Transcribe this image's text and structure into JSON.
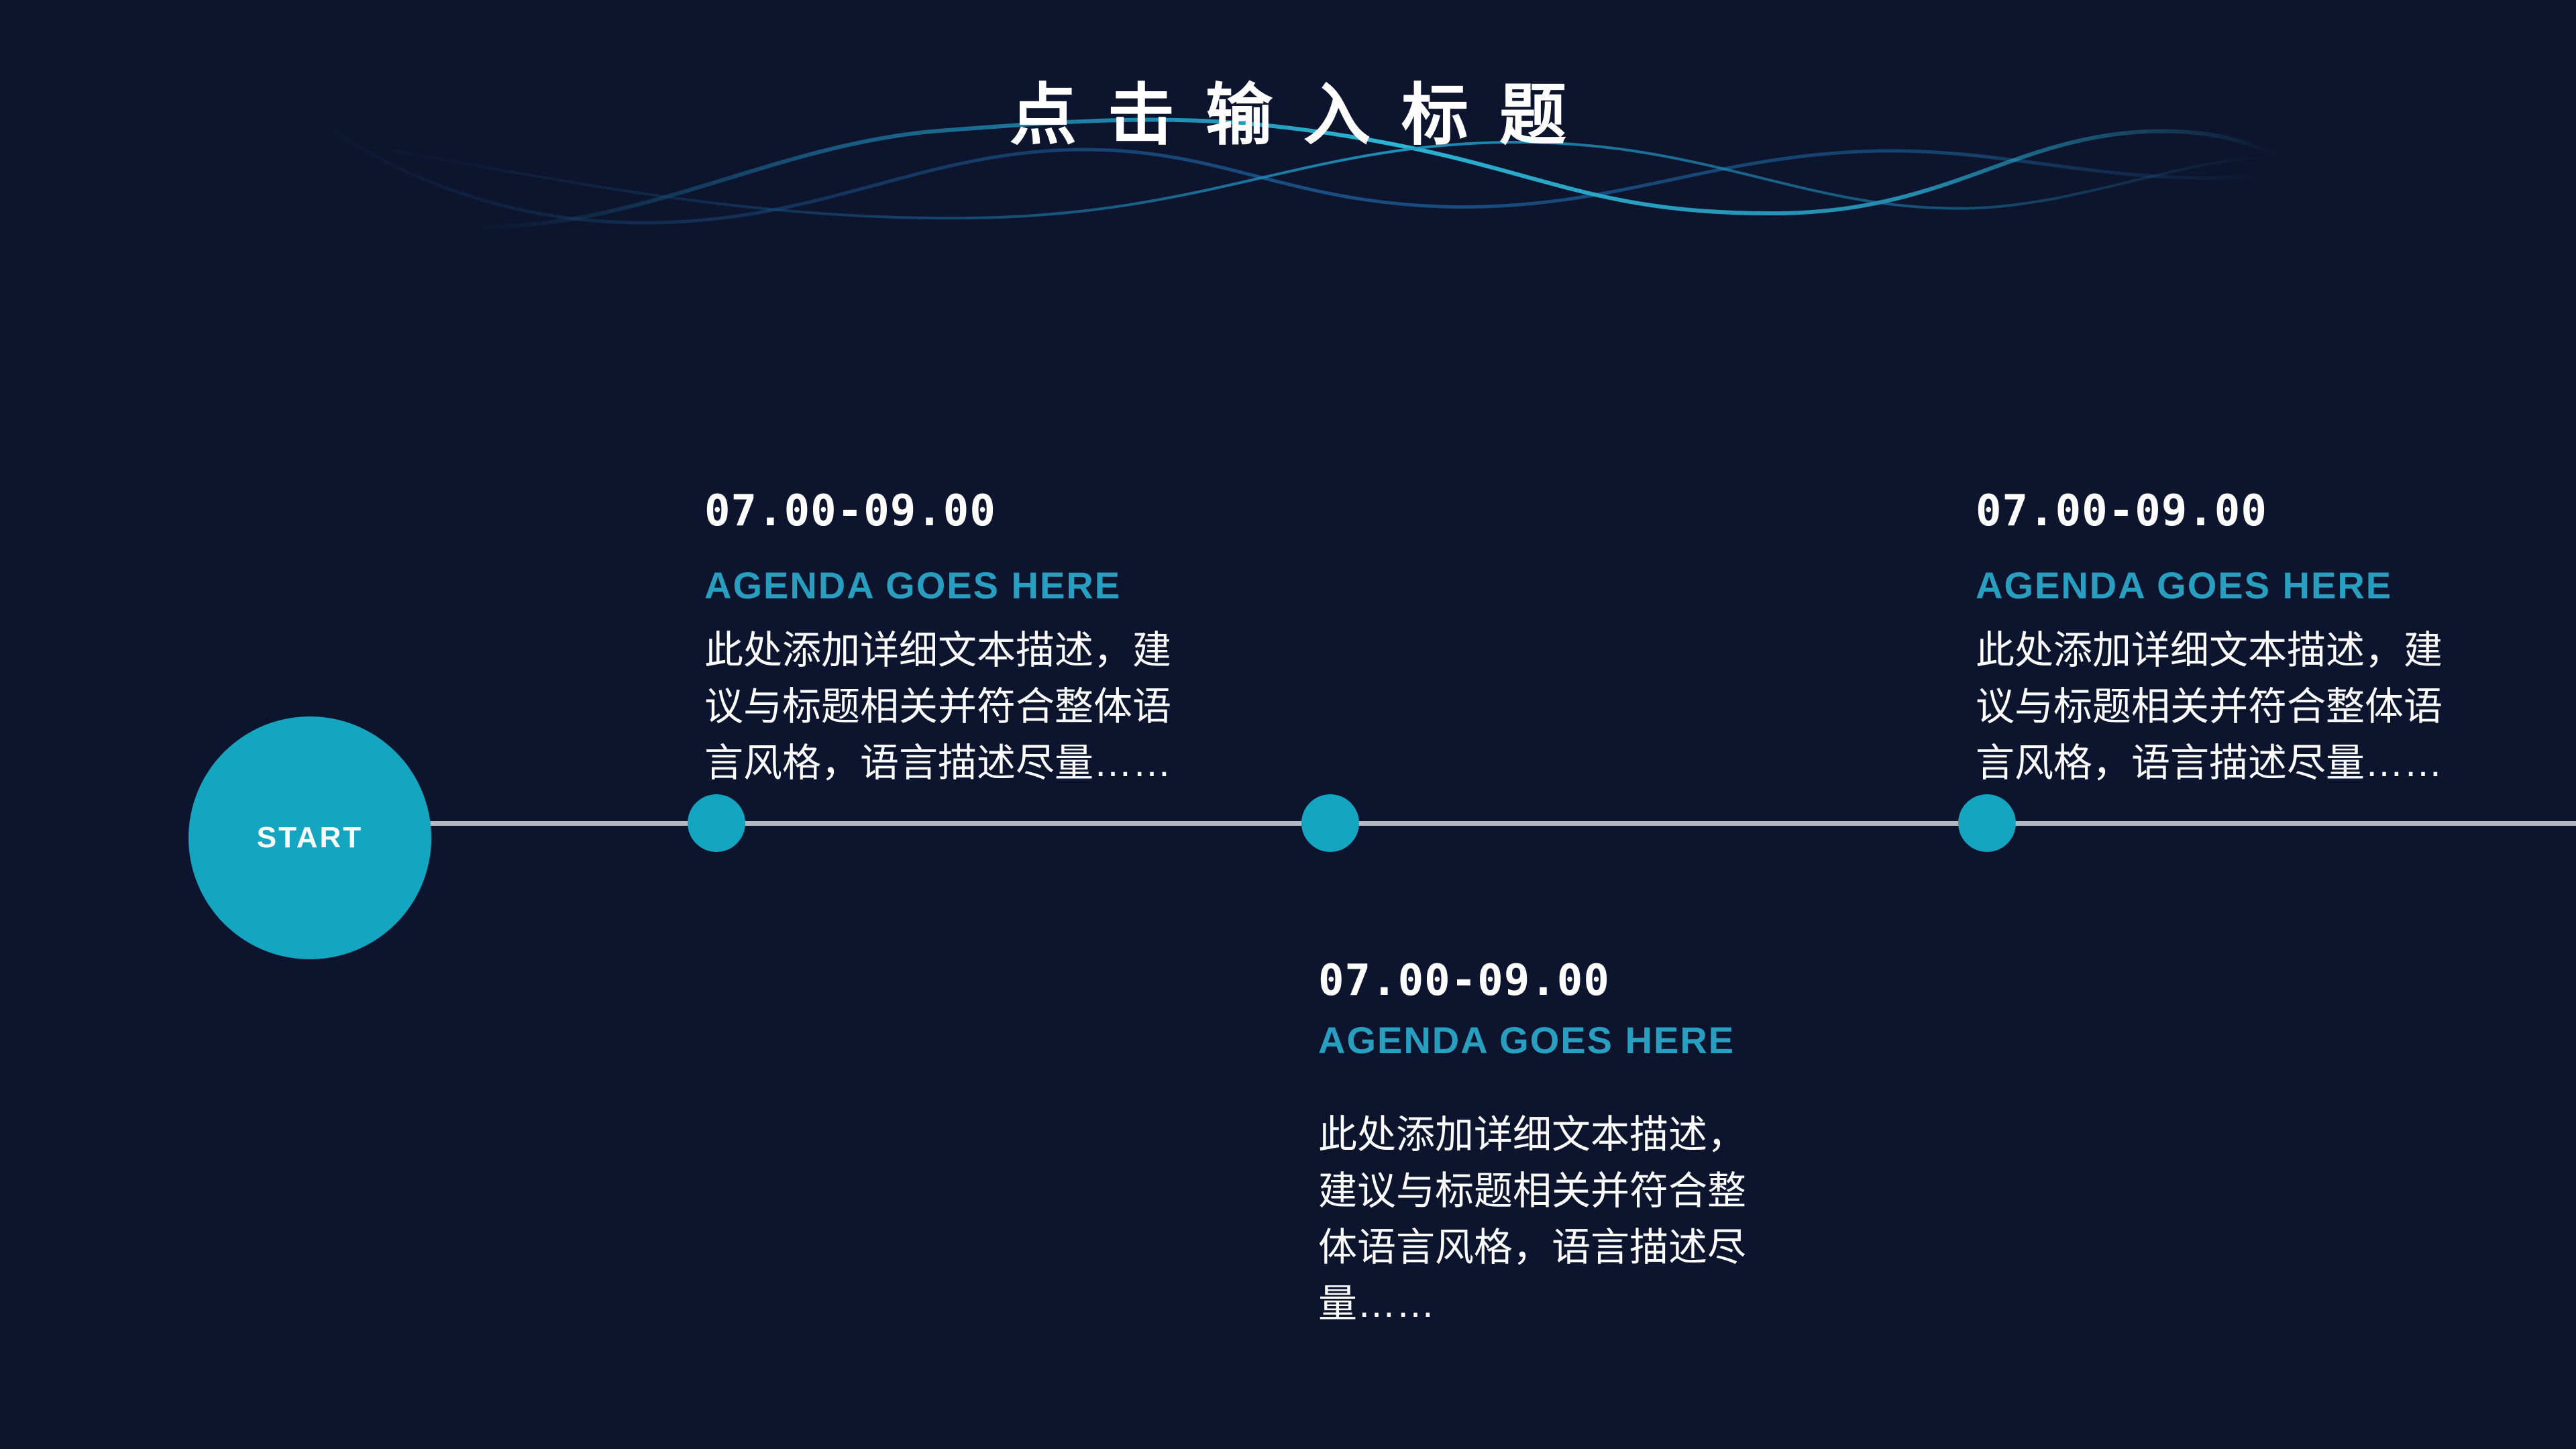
{
  "slide": {
    "title": "点击输入标题",
    "start_label": "START"
  },
  "timeline": {
    "items": [
      {
        "time": "07.00-09.00",
        "heading": "AGENDA GOES HERE",
        "desc_lines": [
          "此处添加详细文本描述，建",
          "议与标题相关并符合整体语",
          "言风格，语言描述尽量……"
        ]
      },
      {
        "time": "07.00-09.00",
        "heading": "AGENDA GOES HERE",
        "desc_lines": [
          "此处添加详细文本描述，",
          "建议与标题相关并符合整",
          "体语言风格，语言描述尽",
          "量……"
        ]
      },
      {
        "time": "07.00-09.00",
        "heading": "AGENDA GOES HERE",
        "desc_lines": [
          "此处添加详细文本描述，建",
          "议与标题相关并符合整体语",
          "言风格，语言描述尽量……"
        ]
      }
    ]
  },
  "colors": {
    "background": "#0d152e",
    "accent": "#14a5c0",
    "heading_text": "#289fc0",
    "timeline_line": "#b4b8c0",
    "title_text": "#ffffff",
    "body_text": "#fdfdfd"
  }
}
